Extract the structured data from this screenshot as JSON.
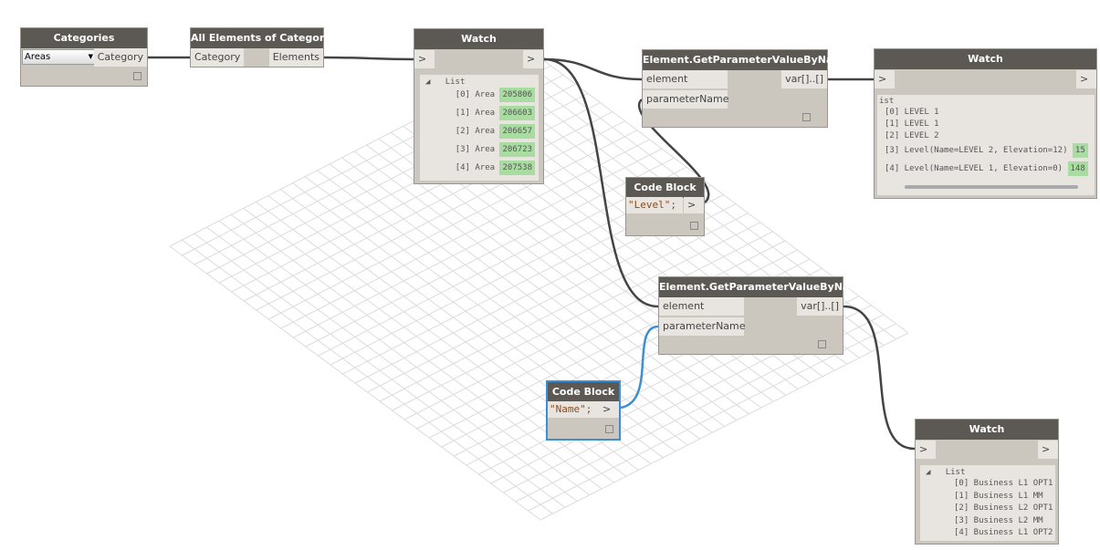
{
  "categories": {
    "title": "Categories",
    "selected": "Areas",
    "output": "Category"
  },
  "all_elements": {
    "title": "All Elements of Category",
    "input": "Category",
    "output": "Elements"
  },
  "watch1": {
    "title": "Watch",
    "in": ">",
    "out": ">",
    "list_label": "List",
    "items": [
      {
        "idx": "[0]",
        "type": "Area",
        "value": "205806"
      },
      {
        "idx": "[1]",
        "type": "Area",
        "value": "206603"
      },
      {
        "idx": "[2]",
        "type": "Area",
        "value": "206657"
      },
      {
        "idx": "[3]",
        "type": "Area",
        "value": "206723"
      },
      {
        "idx": "[4]",
        "type": "Area",
        "value": "207538"
      }
    ]
  },
  "gpv1": {
    "title": "Element.GetParameterValueByName",
    "in1": "element",
    "in2": "parameterName",
    "out": "var[]..[]"
  },
  "code1": {
    "title": "Code Block",
    "code": "\"Level\";",
    "out": ">"
  },
  "watch2": {
    "title": "Watch",
    "in": ">",
    "out": ">",
    "list_label": "ist",
    "items": [
      {
        "text": "[0] LEVEL 1"
      },
      {
        "text": "[1] LEVEL 1"
      },
      {
        "text": "[2] LEVEL 2"
      },
      {
        "text": "[3] Level(Name=LEVEL 2, Elevation=12)",
        "value": "15"
      },
      {
        "text": "[4] Level(Name=LEVEL 1, Elevation=0)",
        "value": "148"
      }
    ]
  },
  "gpv2": {
    "title": "Element.GetParameterValueByName",
    "in1": "element",
    "in2": "parameterName",
    "out": "var[]..[]"
  },
  "code2": {
    "title": "Code Block",
    "code": "\"Name\";",
    "out": ">"
  },
  "watch3": {
    "title": "Watch",
    "in": ">",
    "out": ">",
    "list_label": "List",
    "items": [
      {
        "text": "[0] Business L1 OPT1"
      },
      {
        "text": "[1] Business L1 MM"
      },
      {
        "text": "[2] Business L2 OPT1"
      },
      {
        "text": "[3] Business L2 MM"
      },
      {
        "text": "[4] Business L1 OPT2"
      }
    ]
  },
  "colors": {
    "wire": "#444444",
    "selected_wire": "#3a8fd8",
    "header": "#5c5955",
    "node": "#cbc6be",
    "value": "#a8dca0"
  }
}
